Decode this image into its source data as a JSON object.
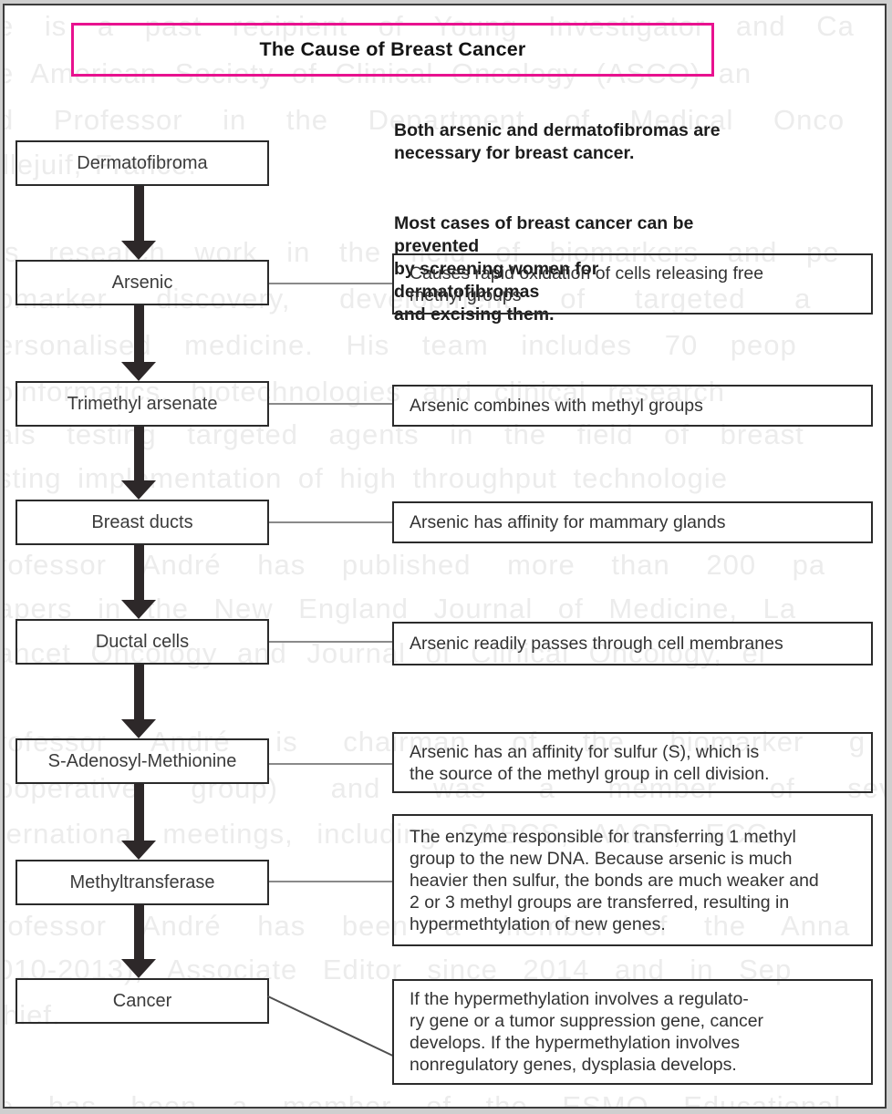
{
  "title": {
    "text": "The Cause of Breast Cancer"
  },
  "intro": {
    "para1": "Both arsenic and dermatofibromas are\nnecessary for breast cancer.",
    "para2": "Most cases of breast cancer can be prevented\nby screening women for dermatofibromas\nand excising them."
  },
  "flow": {
    "boxes": [
      {
        "label": "Dermatofibroma"
      },
      {
        "label": "Arsenic"
      },
      {
        "label": "Trimethyl arsenate"
      },
      {
        "label": "Breast ducts"
      },
      {
        "label": "Ductal cells"
      },
      {
        "label": "S-Adenosyl-Methionine"
      },
      {
        "label": "Methyltransferase"
      },
      {
        "label": "Cancer"
      }
    ]
  },
  "annotations": {
    "boxes": [
      {
        "text": "Causes rapid oxidation of cells releasing free\nmethyl groups"
      },
      {
        "text": "Arsenic combines with methyl groups"
      },
      {
        "text": "Arsenic has affinity for mammary glands"
      },
      {
        "text": "Arsenic readily passes through cell membranes"
      },
      {
        "text": "Arsenic has an affinity for sulfur (S), which is\nthe source of the methyl group in cell division."
      },
      {
        "text": "The enzyme responsible for transferring 1 methyl\ngroup to the new DNA. Because arsenic is much\nheavier then sulfur, the bonds are much weaker and\n2 or 3 methyl groups are transferred, resulting in\nhypermethtylation of new genes."
      },
      {
        "text": "If the hypermethylation involves a regulato-\nry gene or a tumor suppression gene, cancer\ndevelops. If the hypermethylation involves\nnonregulatory genes, dysplasia develops."
      }
    ]
  },
  "watermark": {
    "lines": [
      {
        "text": "e is a past recipient of Young Investigator and Ca"
      },
      {
        "text": "e American Society of Clinical Oncology (ASCO) an"
      },
      {
        "text": "d Professor in the Department of Medical Onco"
      },
      {
        "text": "llejuif, France."
      },
      {
        "text": "is research work in the field of biomarkers and pe"
      },
      {
        "text": "omarker discovery, development of targeted a"
      },
      {
        "text": "ersonalised medicine. His team includes 70 peop"
      },
      {
        "text": "oinformatics, biotechnologies and clinical research"
      },
      {
        "text": "als testing targeted agents in the field of breast"
      },
      {
        "text": "sting implementation of high throughput technologie"
      },
      {
        "text": "rofessor André has published more than 200 pa"
      },
      {
        "text": "apers in the New England Journal of Medicine, La"
      },
      {
        "text": "ancet Oncology and Journal of Clinical Oncology, ei"
      },
      {
        "text": "rofessor André is chairman of the biomarker g"
      },
      {
        "text": "ooperative group) and was a member of sev"
      },
      {
        "text": "ternational meetings, including SABCS, AACR, ECC"
      },
      {
        "text": "rofessor André has been a member of the Anna"
      },
      {
        "text": "010-2013), Associate Editor since 2014 and in Sep"
      },
      {
        "text": "hief."
      },
      {
        "text": "e has been a member of the ESMO Educational"
      }
    ]
  },
  "colors": {
    "title_border_magenta": "#e8128f",
    "arrow_black": "#2d2829",
    "box_border": "#2b2b2b",
    "watermark_gray": "#ececec"
  }
}
